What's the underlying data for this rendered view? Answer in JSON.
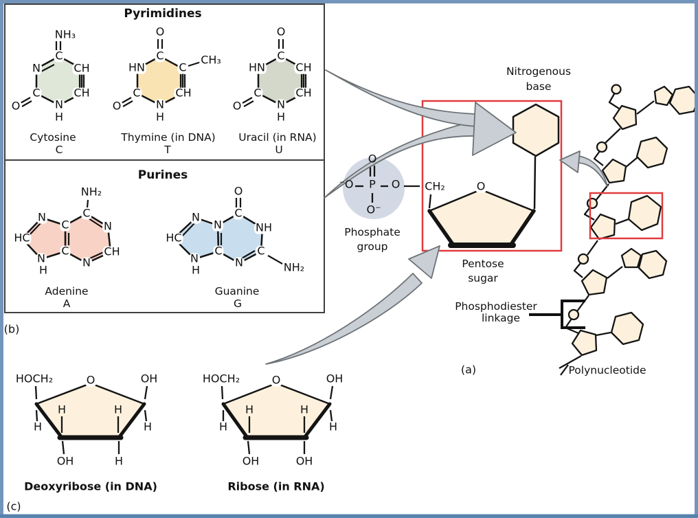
{
  "colors": {
    "frame_blue": "#7495bb",
    "frame_blue_dark": "#5581ad",
    "box_border": "#3f3f3f",
    "red_highlight": "#e23b3d",
    "arrow_fill": "#c9cfd4",
    "arrow_stroke": "#6d7276",
    "cytosine_fill": "#dfe7d8",
    "thymine_fill": "#fae3b2",
    "uracil_fill": "#d3d8cb",
    "adenine_fill": "#f8d2c4",
    "guanine_fill": "#c8deee",
    "sugar_fill": "#fdf1dd",
    "phosphate_fill": "#d3d9e4"
  },
  "bases_box": {
    "pyrimidines_title": "Pyrimidines",
    "purines_title": "Purines",
    "panel_label": "(b)",
    "cytosine": {
      "name": "Cytosine",
      "symbol": "C",
      "atoms": [
        "NH₃",
        "C",
        "N",
        "CH",
        "C",
        "CH",
        "N",
        "H",
        "O"
      ]
    },
    "thymine": {
      "name": "Thymine (in DNA)",
      "symbol": "T",
      "atoms": [
        "O",
        "C",
        "HN",
        "C",
        "CH₃",
        "C",
        "CH",
        "N",
        "H",
        "O"
      ]
    },
    "uracil": {
      "name": "Uracil (in RNA)",
      "symbol": "U",
      "atoms": [
        "O",
        "C",
        "HN",
        "CH",
        "C",
        "CH",
        "N",
        "H",
        "O"
      ]
    },
    "adenine": {
      "name": "Adenine",
      "symbol": "A",
      "atoms": [
        "NH₂",
        "C",
        "N",
        "C",
        "N",
        "HC",
        "C",
        "CH",
        "N",
        "N",
        "H"
      ]
    },
    "guanine": {
      "name": "Guanine",
      "symbol": "G",
      "atoms": [
        "O",
        "C",
        "N",
        "N",
        "NH",
        "HC",
        "C",
        "C",
        "N",
        "N",
        "H",
        "NH₂"
      ]
    }
  },
  "nucleotide_panel": {
    "panel_label": "(a)",
    "nitrogenous_base": [
      "Nitrogenous",
      "base"
    ],
    "phosphate_group_label": [
      "Phosphate",
      "group"
    ],
    "pentose_sugar_label": [
      "Pentose",
      "sugar"
    ],
    "phosphodiester_label": [
      "Phosphodiester",
      "linkage"
    ],
    "polynucleotide_label": "Polynucleotide",
    "phosphate_atoms": [
      "O",
      "⁻O",
      "P",
      "O",
      "O⁻"
    ],
    "ch2": "CH₂",
    "sugar_ring_o": "O"
  },
  "sugars_panel": {
    "panel_label": "(c)",
    "deoxyribose": {
      "name": "Deoxyribose (in DNA)",
      "atoms": [
        "HOCH₂",
        "O",
        "OH",
        "H",
        "H",
        "H",
        "H",
        "OH",
        "H"
      ]
    },
    "ribose": {
      "name": "Ribose (in RNA)",
      "atoms": [
        "HOCH₂",
        "O",
        "OH",
        "H",
        "H",
        "H",
        "H",
        "OH",
        "OH"
      ]
    }
  }
}
